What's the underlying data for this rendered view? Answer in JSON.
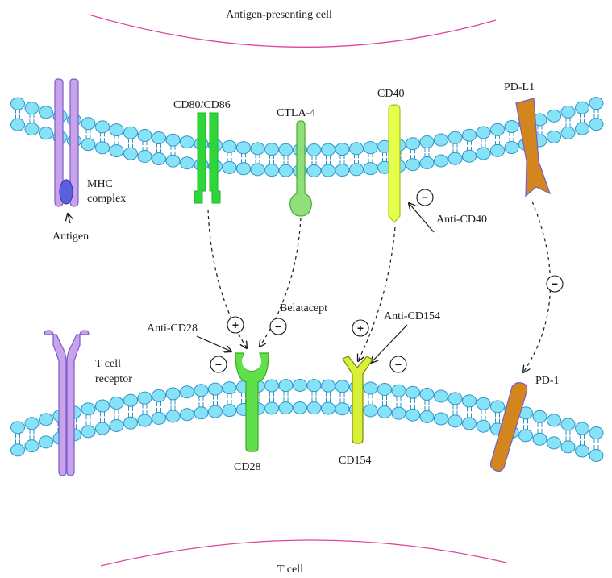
{
  "cells": {
    "top": "Antigen-presenting cell",
    "bottom": "T cell"
  },
  "labels": {
    "mhc_complex_line1": "MHC",
    "mhc_complex_line2": "complex",
    "antigen": "Antigen",
    "cd80_cd86": "CD80/CD86",
    "ctla4": "CTLA-4",
    "cd40": "CD40",
    "pdl1": "PD-L1",
    "anti_cd40": "Anti-CD40",
    "tcr_line1": "T cell",
    "tcr_line2": "receptor",
    "anti_cd28": "Anti-CD28",
    "belatacept": "Belatacept",
    "anti_cd154": "Anti-CD154",
    "pd1": "PD-1",
    "cd28": "CD28",
    "cd154": "CD154"
  },
  "signs": {
    "plus": "+",
    "minus": "−"
  },
  "colors": {
    "membrane_head": "#86e3f7",
    "membrane_stroke": "#2f93c8",
    "cell_outline": "#e0449a",
    "mhc_tcr": "#c9a3ea",
    "mhc_tcr_stroke": "#7a5bd0",
    "antigen": "#5b5fe0",
    "cd80": "#2fd63a",
    "ctla4": "#8fe07a",
    "cd40": "#e6ff4d",
    "pdl1": "#d4861e",
    "cd28": "#5fe04a",
    "cd154": "#d8f03a"
  }
}
